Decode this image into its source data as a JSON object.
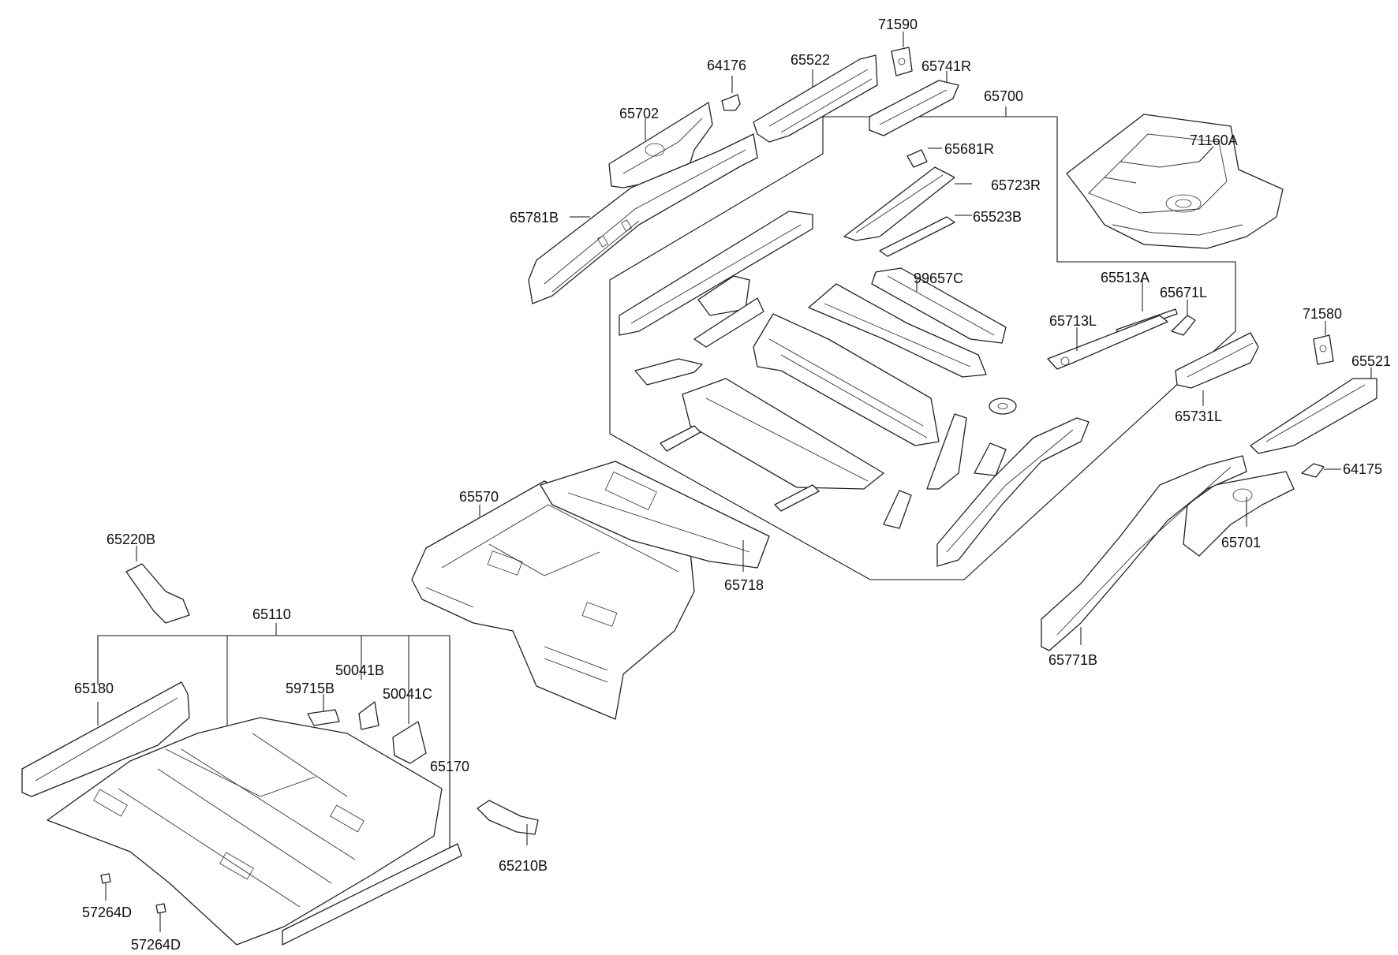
{
  "labels": {
    "p71590": "71590",
    "p64176": "64176",
    "p65522": "65522",
    "p65741R": "65741R",
    "p65700": "65700",
    "p65702": "65702",
    "p71160A": "71160A",
    "p65681R": "65681R",
    "p65723R": "65723R",
    "p65781B": "65781B",
    "p65523B": "65523B",
    "p99657C": "99657C",
    "p65513A": "65513A",
    "p65671L": "65671L",
    "p65713L": "65713L",
    "p71580": "71580",
    "p65521": "65521",
    "p65731L": "65731L",
    "p64175": "64175",
    "p65570": "65570",
    "p65701": "65701",
    "p65718": "65718",
    "p65220B": "65220B",
    "p65771B": "65771B",
    "p65110": "65110",
    "p65180": "65180",
    "p50041B": "50041B",
    "p59715B": "59715B",
    "p50041C": "50041C",
    "p65170": "65170",
    "p65210B": "65210B",
    "p57264D_a": "57264D",
    "p57264D_b": "57264D"
  }
}
